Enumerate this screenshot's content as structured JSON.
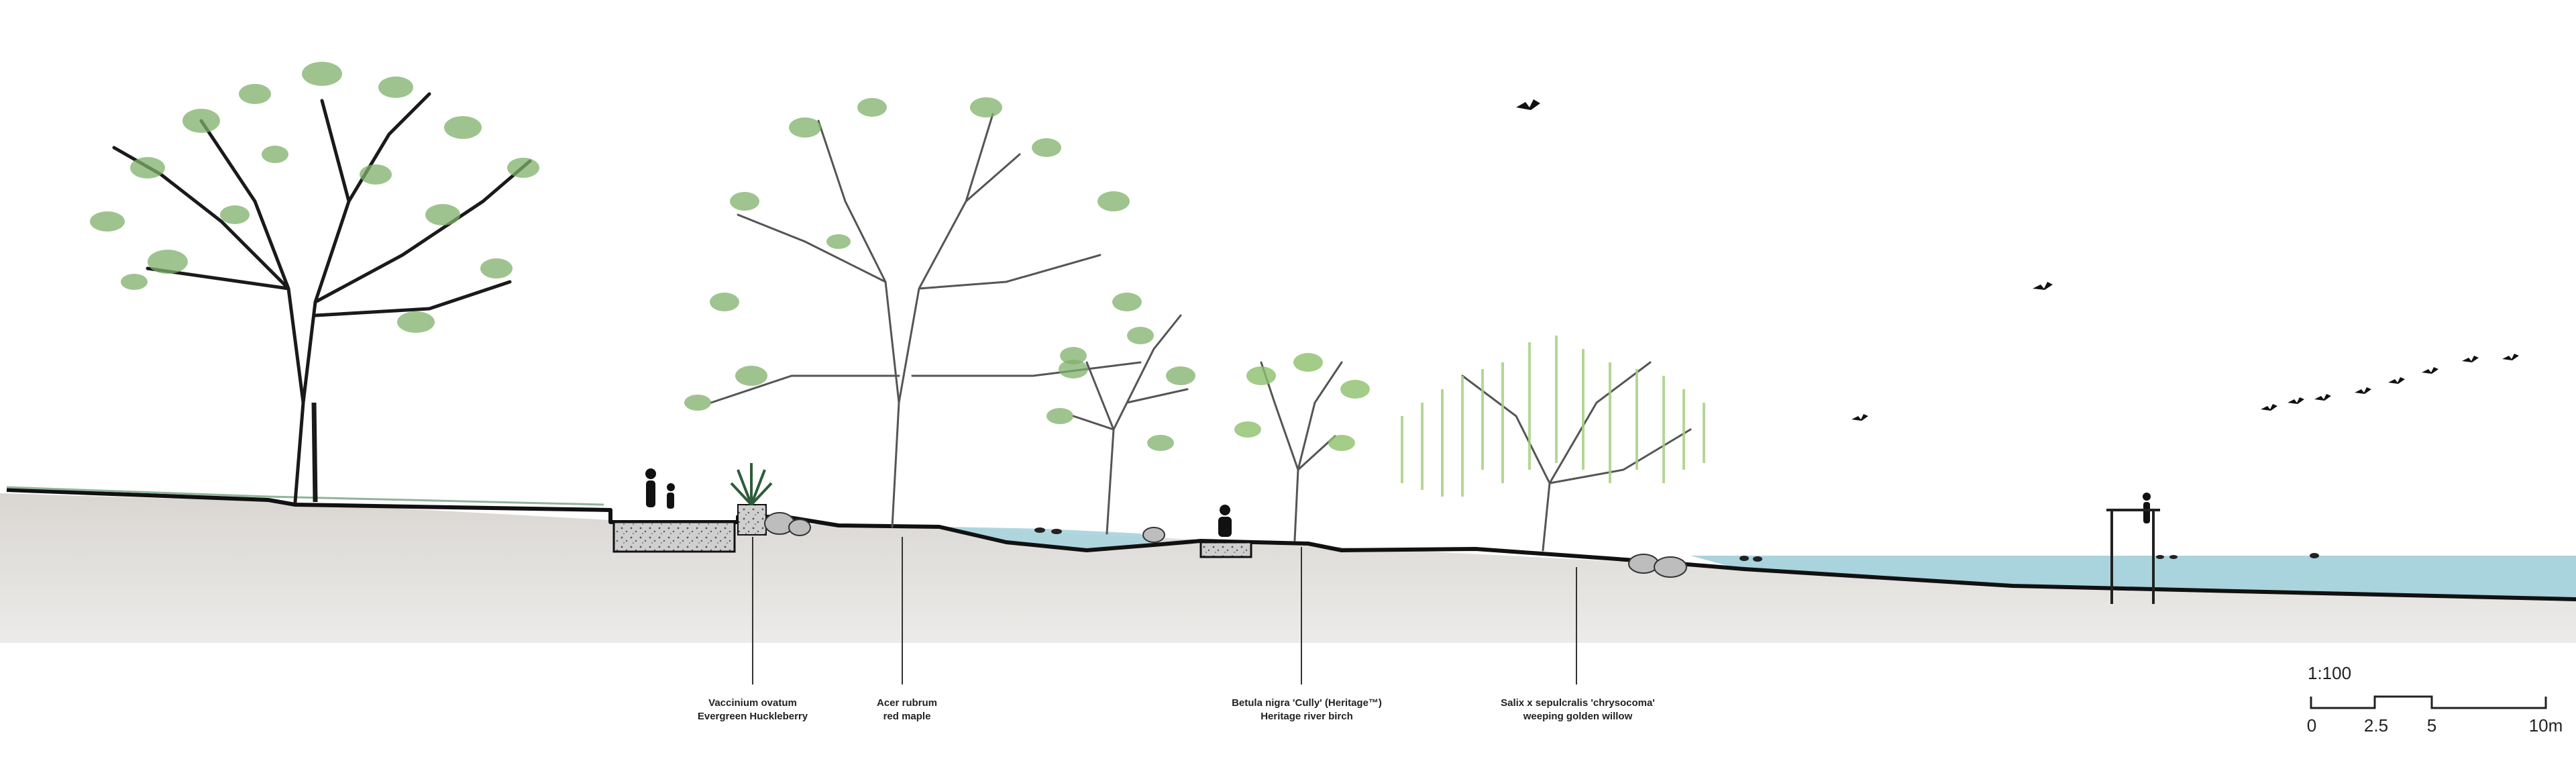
{
  "labels": [
    {
      "latin": "Vaccinium ovatum",
      "common": "Evergreen Huckleberry"
    },
    {
      "latin": "Acer rubrum",
      "common": "red maple"
    },
    {
      "latin": "Betula nigra 'Cully' (Heritage™)",
      "common": "Heritage river birch"
    },
    {
      "latin": "Salix x sepulcralis 'chrysocoma'",
      "common": "weeping golden willow"
    }
  ],
  "scale": {
    "ratio": "1:100",
    "ticks": [
      "0",
      "2.5",
      "5",
      "10m"
    ]
  },
  "colors": {
    "ground": "#e2e0dd",
    "water": "#a9d3dd",
    "foliage_green": "#7fb06a",
    "willow_green": "#a9cf86",
    "ink": "#111111"
  },
  "icons": [
    "tree-icon",
    "person-icon",
    "bird-icon",
    "duck-icon",
    "rock-icon",
    "dock-icon"
  ]
}
